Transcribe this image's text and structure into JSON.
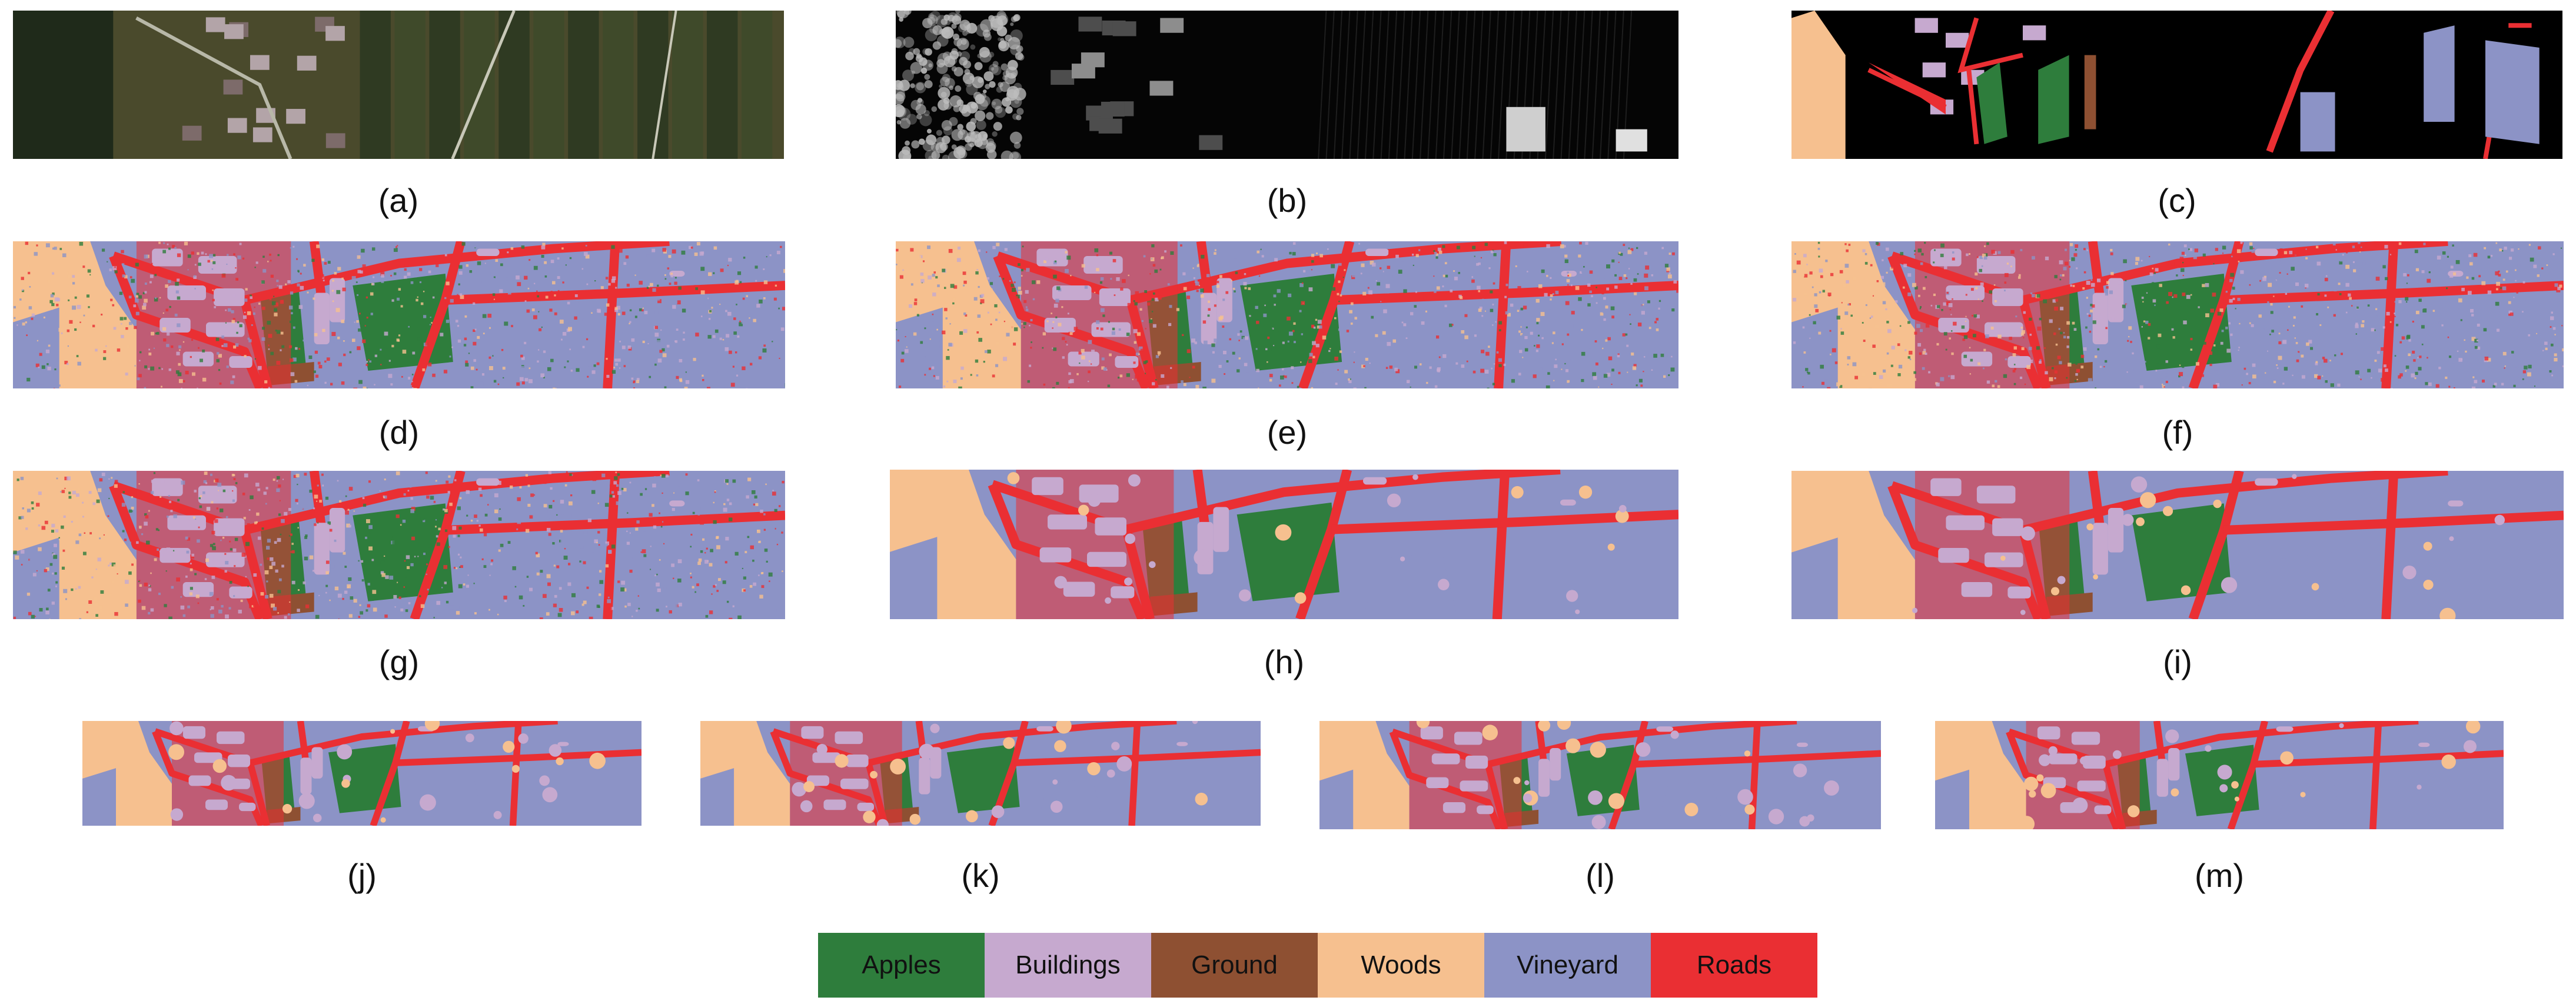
{
  "colors": {
    "apples": "#2e7d3c",
    "buildings": "#c6a9cf",
    "ground": "#8e5032",
    "woods": "#f6c08f",
    "vineyard": "#8c93c6",
    "roads": "#ea2f33",
    "background": "#000000"
  },
  "legend": [
    {
      "key": "apples",
      "label": "Apples"
    },
    {
      "key": "buildings",
      "label": "Buildings"
    },
    {
      "key": "ground",
      "label": "Ground"
    },
    {
      "key": "woods",
      "label": "Woods"
    },
    {
      "key": "vineyard",
      "label": "Vineyard"
    },
    {
      "key": "roads",
      "label": "Roads"
    }
  ],
  "panels": [
    {
      "id": "a",
      "caption": "(a)",
      "kind": "rgb"
    },
    {
      "id": "b",
      "caption": "(b)",
      "kind": "lidar"
    },
    {
      "id": "c",
      "caption": "(c)",
      "kind": "groundtruth"
    },
    {
      "id": "d",
      "caption": "(d)",
      "kind": "noisy"
    },
    {
      "id": "e",
      "caption": "(e)",
      "kind": "noisy"
    },
    {
      "id": "f",
      "caption": "(f)",
      "kind": "noisy"
    },
    {
      "id": "g",
      "caption": "(g)",
      "kind": "noisy"
    },
    {
      "id": "h",
      "caption": "(h)",
      "kind": "smooth"
    },
    {
      "id": "i",
      "caption": "(i)",
      "kind": "smooth"
    },
    {
      "id": "j",
      "caption": "(j)",
      "kind": "smooth"
    },
    {
      "id": "k",
      "caption": "(k)",
      "kind": "smooth"
    },
    {
      "id": "l",
      "caption": "(l)",
      "kind": "smooth"
    },
    {
      "id": "m",
      "caption": "(m)",
      "kind": "smooth"
    }
  ]
}
